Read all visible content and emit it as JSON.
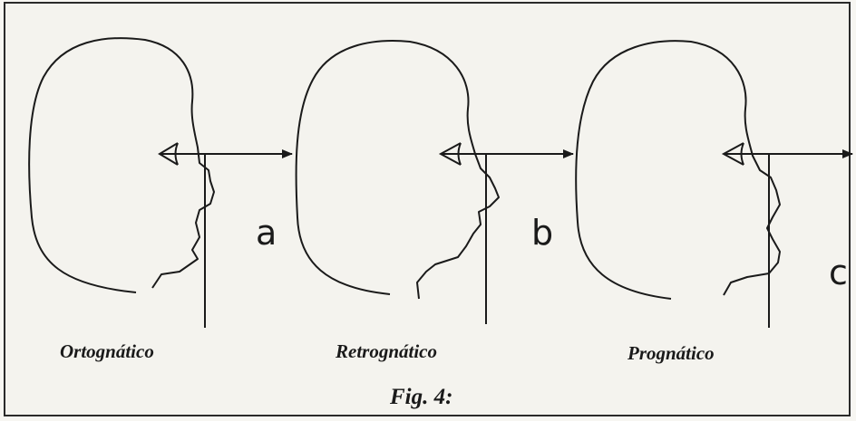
{
  "figure": {
    "panels": [
      {
        "letter": "a",
        "caption": "Ortognático"
      },
      {
        "letter": "b",
        "caption": "Retrognático"
      },
      {
        "letter": "c",
        "caption": "Prognático"
      }
    ],
    "figure_label": "Fig. 4:"
  },
  "colors": {
    "ink": "#1a1a1a",
    "paper": "#f4f3ee",
    "border": "#2a2a2a"
  },
  "icons": [
    "eye-icon",
    "arrow-right-icon"
  ]
}
